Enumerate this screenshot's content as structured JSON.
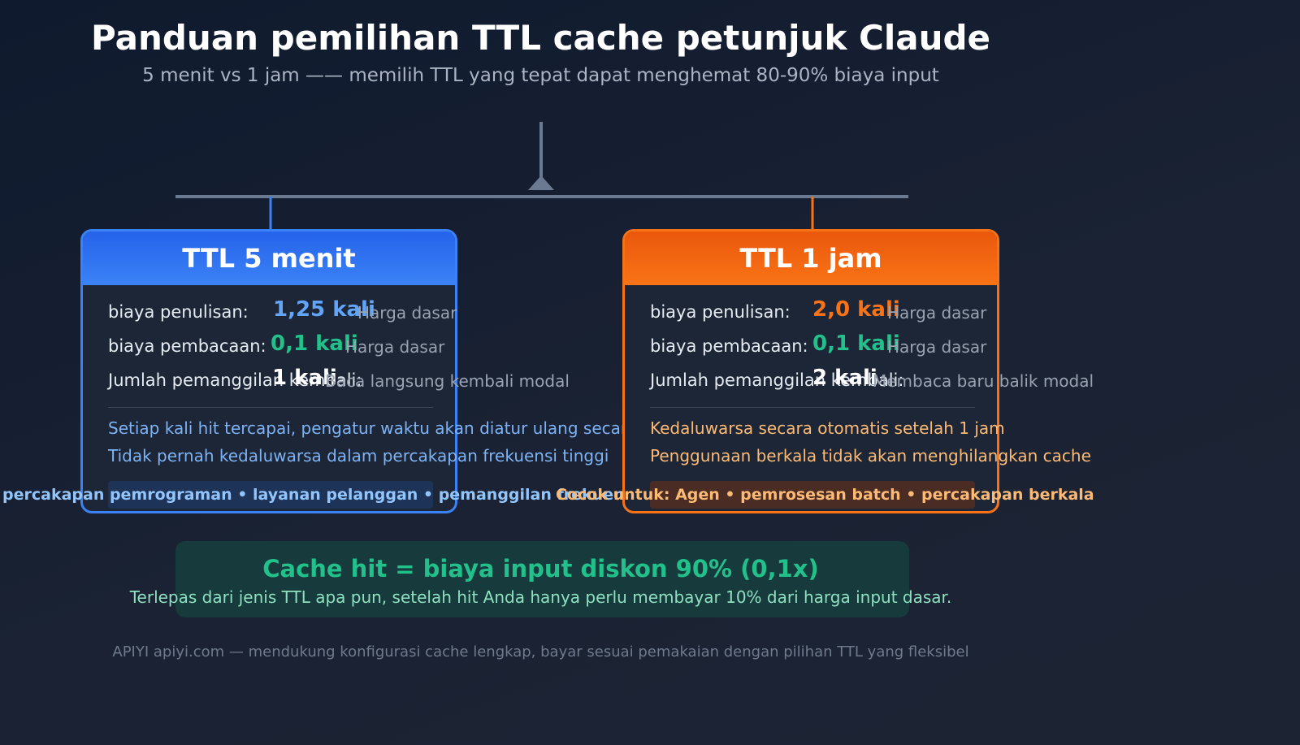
{
  "header": {
    "title": "Panduan pemilihan TTL cache petunjuk Claude",
    "subtitle": "5 menit vs 1 jam —— memilih TTL yang tepat dapat menghemat 80-90% biaya input"
  },
  "colors": {
    "blue": "#3b82f6",
    "blue_value": "#60a5fa",
    "orange": "#f97316",
    "green": "#22c08a",
    "connector": "#6b7a90"
  },
  "cards": [
    {
      "title": "TTL 5 menit",
      "write_label": "biaya penulisan:",
      "write_value": "1,25 kali",
      "write_desc": "Harga dasar",
      "read_label": "biaya pembacaan:",
      "read_value": "0,1 kali",
      "read_desc": "Harga dasar",
      "calls_label": "Jumlah pemanggilan kembali:",
      "calls_value": "1 kali",
      "calls_desc": "Baca langsung kembali modal",
      "note1": "Setiap kali hit tercapai, pengatur waktu akan diatur ulang secara",
      "note2": "Tidak pernah kedaluwarsa dalam percakapan frekuensi tinggi",
      "tags": "percakapan pemrograman  •  layanan pelanggan  •  pemanggilan frekuensi tin"
    },
    {
      "title": "TTL 1 jam",
      "write_label": "biaya penulisan:",
      "write_value": "2,0 kali",
      "write_desc": "Harga dasar",
      "read_label": "biaya pembacaan:",
      "read_value": "0,1 kali",
      "read_desc": "Harga dasar",
      "calls_label": "Jumlah pemanggilan kembali:",
      "calls_value": "2 kali",
      "calls_desc": "Membaca baru balik modal",
      "note1": "Kedaluwarsa secara otomatis setelah 1 jam",
      "note2": "Penggunaan berkala tidak akan menghilangkan cache",
      "tags": "Cocok untuk: Agen  •  pemrosesan batch  •  percakapan berkala"
    }
  ],
  "banner": {
    "title": "Cache hit = biaya input diskon 90% (0,1x)",
    "subtitle": "Terlepas dari jenis TTL apa pun, setelah hit Anda hanya perlu membayar 10% dari harga input dasar."
  },
  "footer": "APIYI apiyi.com — mendukung konfigurasi cache lengkap, bayar sesuai pemakaian dengan pilihan TTL yang fleksibel"
}
